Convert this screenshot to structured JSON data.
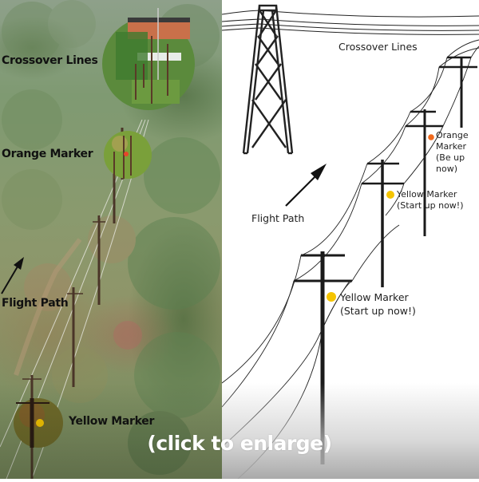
{
  "photo_panel": {
    "labels": {
      "crossover": "Crossover Lines",
      "orange": "Orange Marker",
      "flight_path": "Flight Path",
      "yellow": "Yellow Marker"
    }
  },
  "diagram_panel": {
    "crossover_label": "Crossover Lines",
    "flight_path_label": "Flight Path",
    "orange_marker": {
      "title": "Orange Marker",
      "note": "(Be up now)"
    },
    "yellow_marker_far": {
      "title": "Yellow Marker",
      "note": "(Start up now!)"
    },
    "yellow_marker_near": {
      "title": "Yellow Marker",
      "note": "(Start up now!)"
    }
  },
  "colors": {
    "yellow_marker": "#f5c400",
    "orange_marker": "#f06a1e",
    "line": "#222222"
  },
  "enlarge_link": "(click to enlarge)"
}
